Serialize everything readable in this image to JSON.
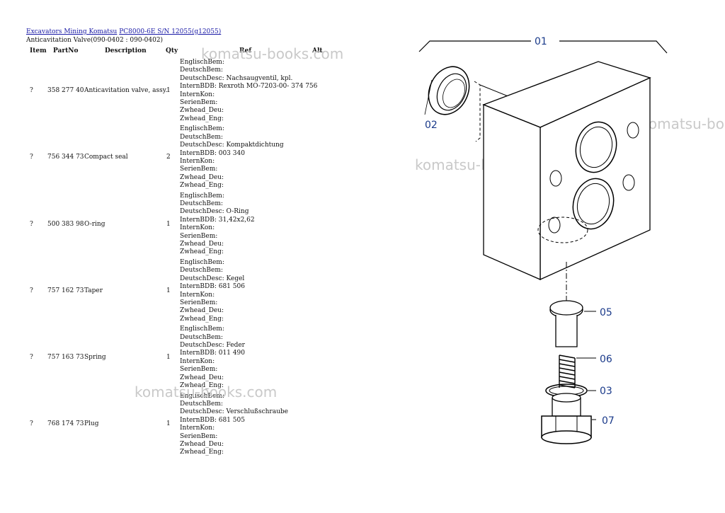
{
  "breadcrumb": {
    "link1": "Excavators Mining Komatsu",
    "link2": "PC8000-6E S/N 12055(g12055)"
  },
  "subtitle": "Anticavitation Valve(090-0402 : 090-0402)",
  "headers": {
    "item": "Item",
    "partno": "PartNo",
    "description": "Description",
    "qty": "Qty",
    "ref": "Ref",
    "alt": "Alt"
  },
  "rows": [
    {
      "item": "?",
      "partno": "358 277 40",
      "description": "Anticavitation valve, assy.",
      "qty": "1",
      "lines": [
        "EnglischBem:",
        "DeutschBem:",
        "DeutschDesc: Nachsaugventil, kpl.",
        "InternBDB: Rexroth MO-7203-00- 374 756",
        "InternKon:",
        "SerienBem:",
        "Zwhead_Deu:",
        "Zwhead_Eng:"
      ]
    },
    {
      "item": "?",
      "partno": "756 344 73",
      "description": "Compact seal",
      "qty": "2",
      "lines": [
        "EnglischBem:",
        "DeutschBem:",
        "DeutschDesc: Kompaktdichtung",
        "InternBDB: 003 340",
        "InternKon:",
        "SerienBem:",
        "Zwhead_Deu:",
        "Zwhead_Eng:"
      ]
    },
    {
      "item": "?",
      "partno": "500 383 98",
      "description": "O-ring",
      "qty": "1",
      "lines": [
        "EnglischBem:",
        "DeutschBem:",
        "DeutschDesc: O-Ring",
        "InternBDB: 31,42x2,62",
        "InternKon:",
        "SerienBem:",
        "Zwhead_Deu:",
        "Zwhead_Eng:"
      ]
    },
    {
      "item": "?",
      "partno": "757 162 73",
      "description": "Taper",
      "qty": "1",
      "lines": [
        "EnglischBem:",
        "DeutschBem:",
        "DeutschDesc: Kegel",
        "InternBDB: 681 506",
        "InternKon:",
        "SerienBem:",
        "Zwhead_Deu:",
        "Zwhead_Eng:"
      ]
    },
    {
      "item": "?",
      "partno": "757 163 73",
      "description": "Spring",
      "qty": "1",
      "lines": [
        "EnglischBem:",
        "DeutschBem:",
        "DeutschDesc: Feder",
        "InternBDB: 011 490",
        "InternKon:",
        "SerienBem:",
        "Zwhead_Deu:",
        "Zwhead_Eng:"
      ]
    },
    {
      "item": "?",
      "partno": "768 174 73",
      "description": "Plug",
      "qty": "1",
      "lines": [
        "EnglischBem:",
        "DeutschBem:",
        "DeutschDesc: Verschlußschraube",
        "InternBDB: 681 505",
        "InternKon:",
        "SerienBem:",
        "Zwhead_Deu:",
        "Zwhead_Eng:"
      ]
    }
  ],
  "watermark": "komatsu-books.com",
  "diagram": {
    "labels": [
      "01",
      "02",
      "05",
      "06",
      "03",
      "07"
    ]
  }
}
